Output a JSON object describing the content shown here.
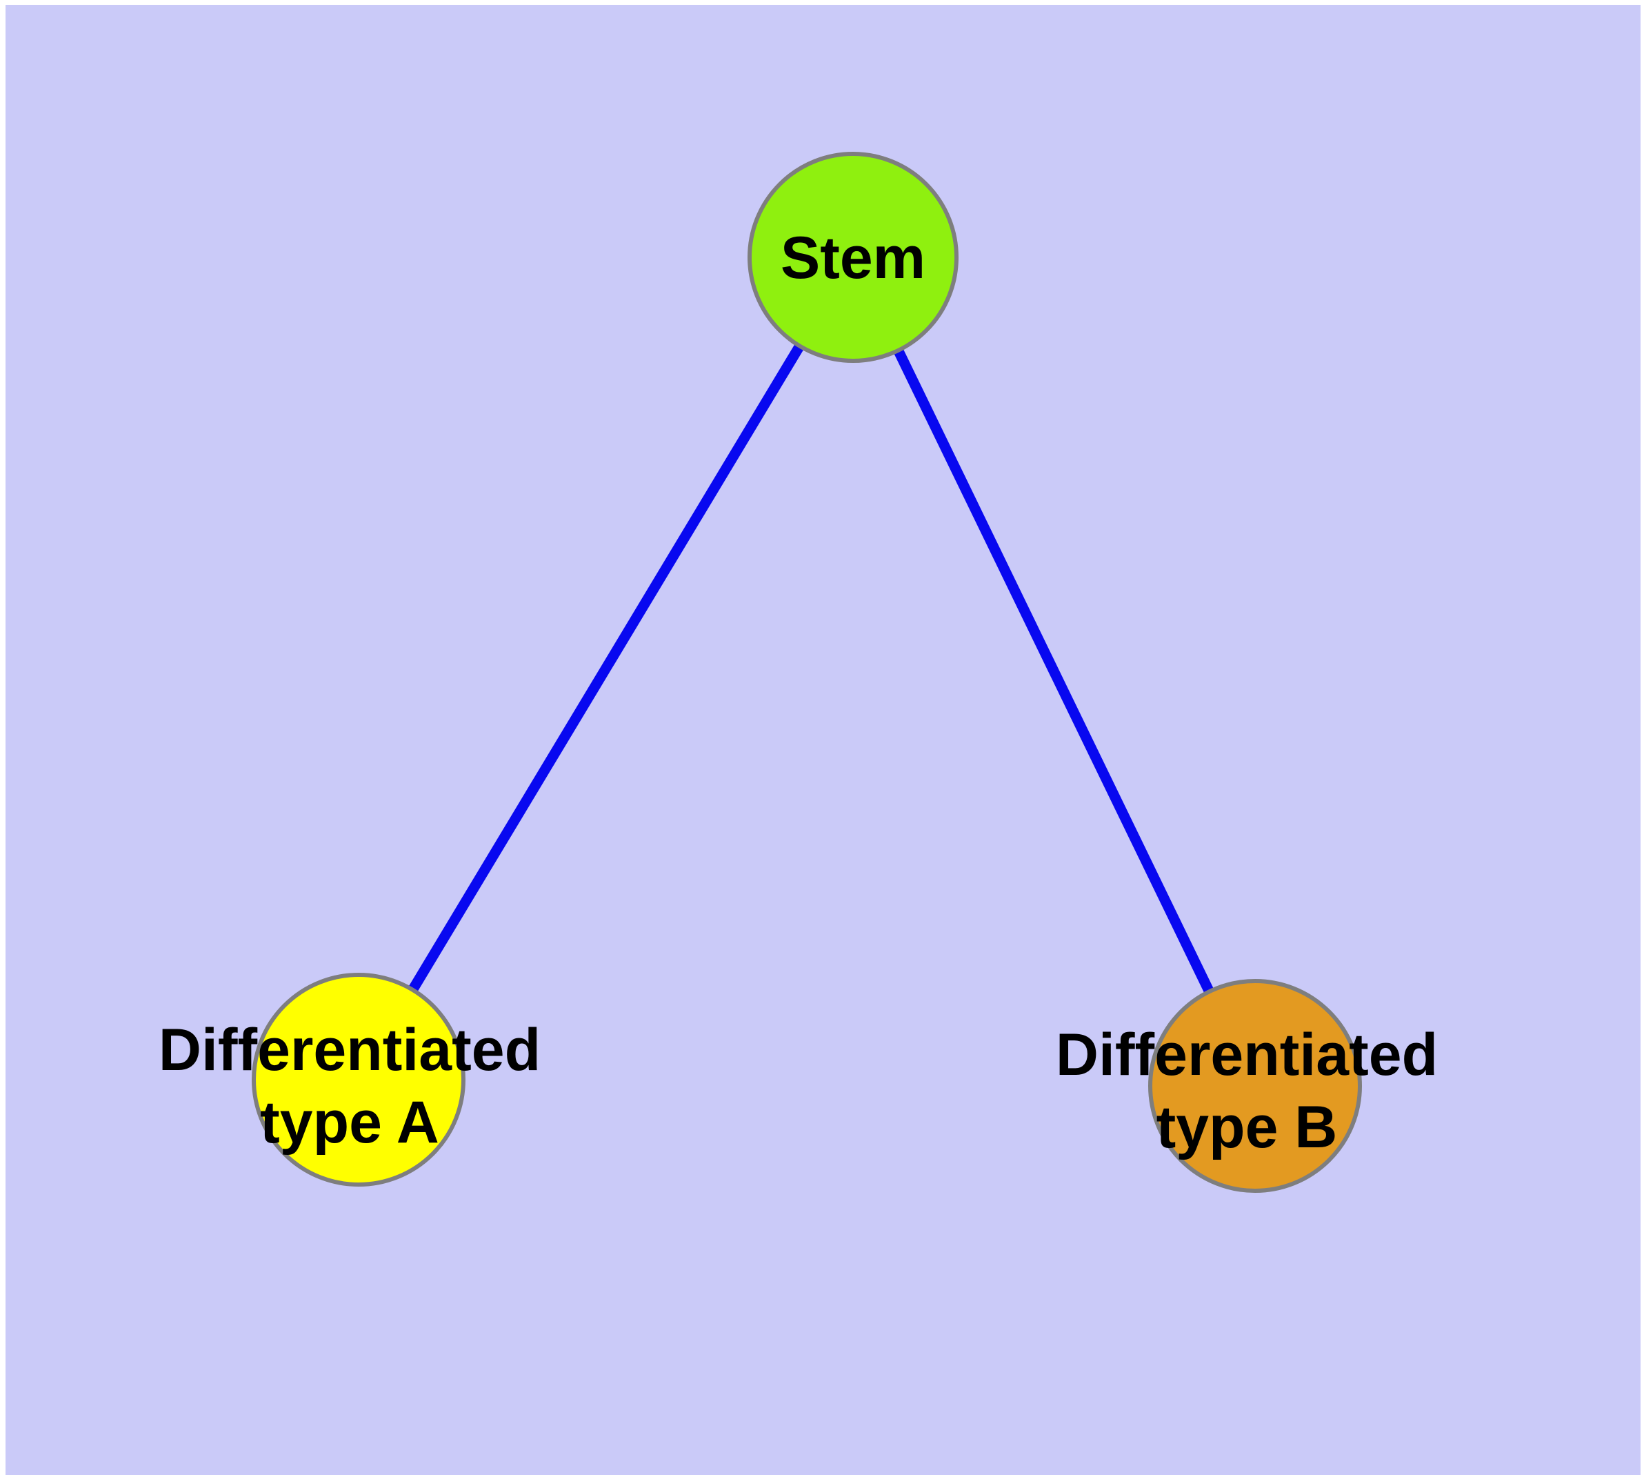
{
  "diagram": {
    "type": "node-link-graph",
    "colors": {
      "page_margin": "#FFFFFF",
      "background": "#CACAF8",
      "edge": "#0808F0",
      "node_border": "#7E7E7E",
      "label_text": "#000000"
    },
    "nodes": [
      {
        "id": "stem",
        "label": "Stem",
        "lines": [
          "Stem"
        ],
        "color": "#8FF00F"
      },
      {
        "id": "differentiated-type-a",
        "label": "Differentiated type A",
        "lines": [
          "Differentiated",
          "type A"
        ],
        "color": "#FFFF00"
      },
      {
        "id": "differentiated-type-b",
        "label": "Differentiated type B",
        "lines": [
          "Differentiated",
          "type B"
        ],
        "color": "#E39A21"
      }
    ],
    "edges": [
      {
        "from": "Stem",
        "to": "Differentiated type A"
      },
      {
        "from": "Stem",
        "to": "Differentiated type B"
      }
    ]
  }
}
